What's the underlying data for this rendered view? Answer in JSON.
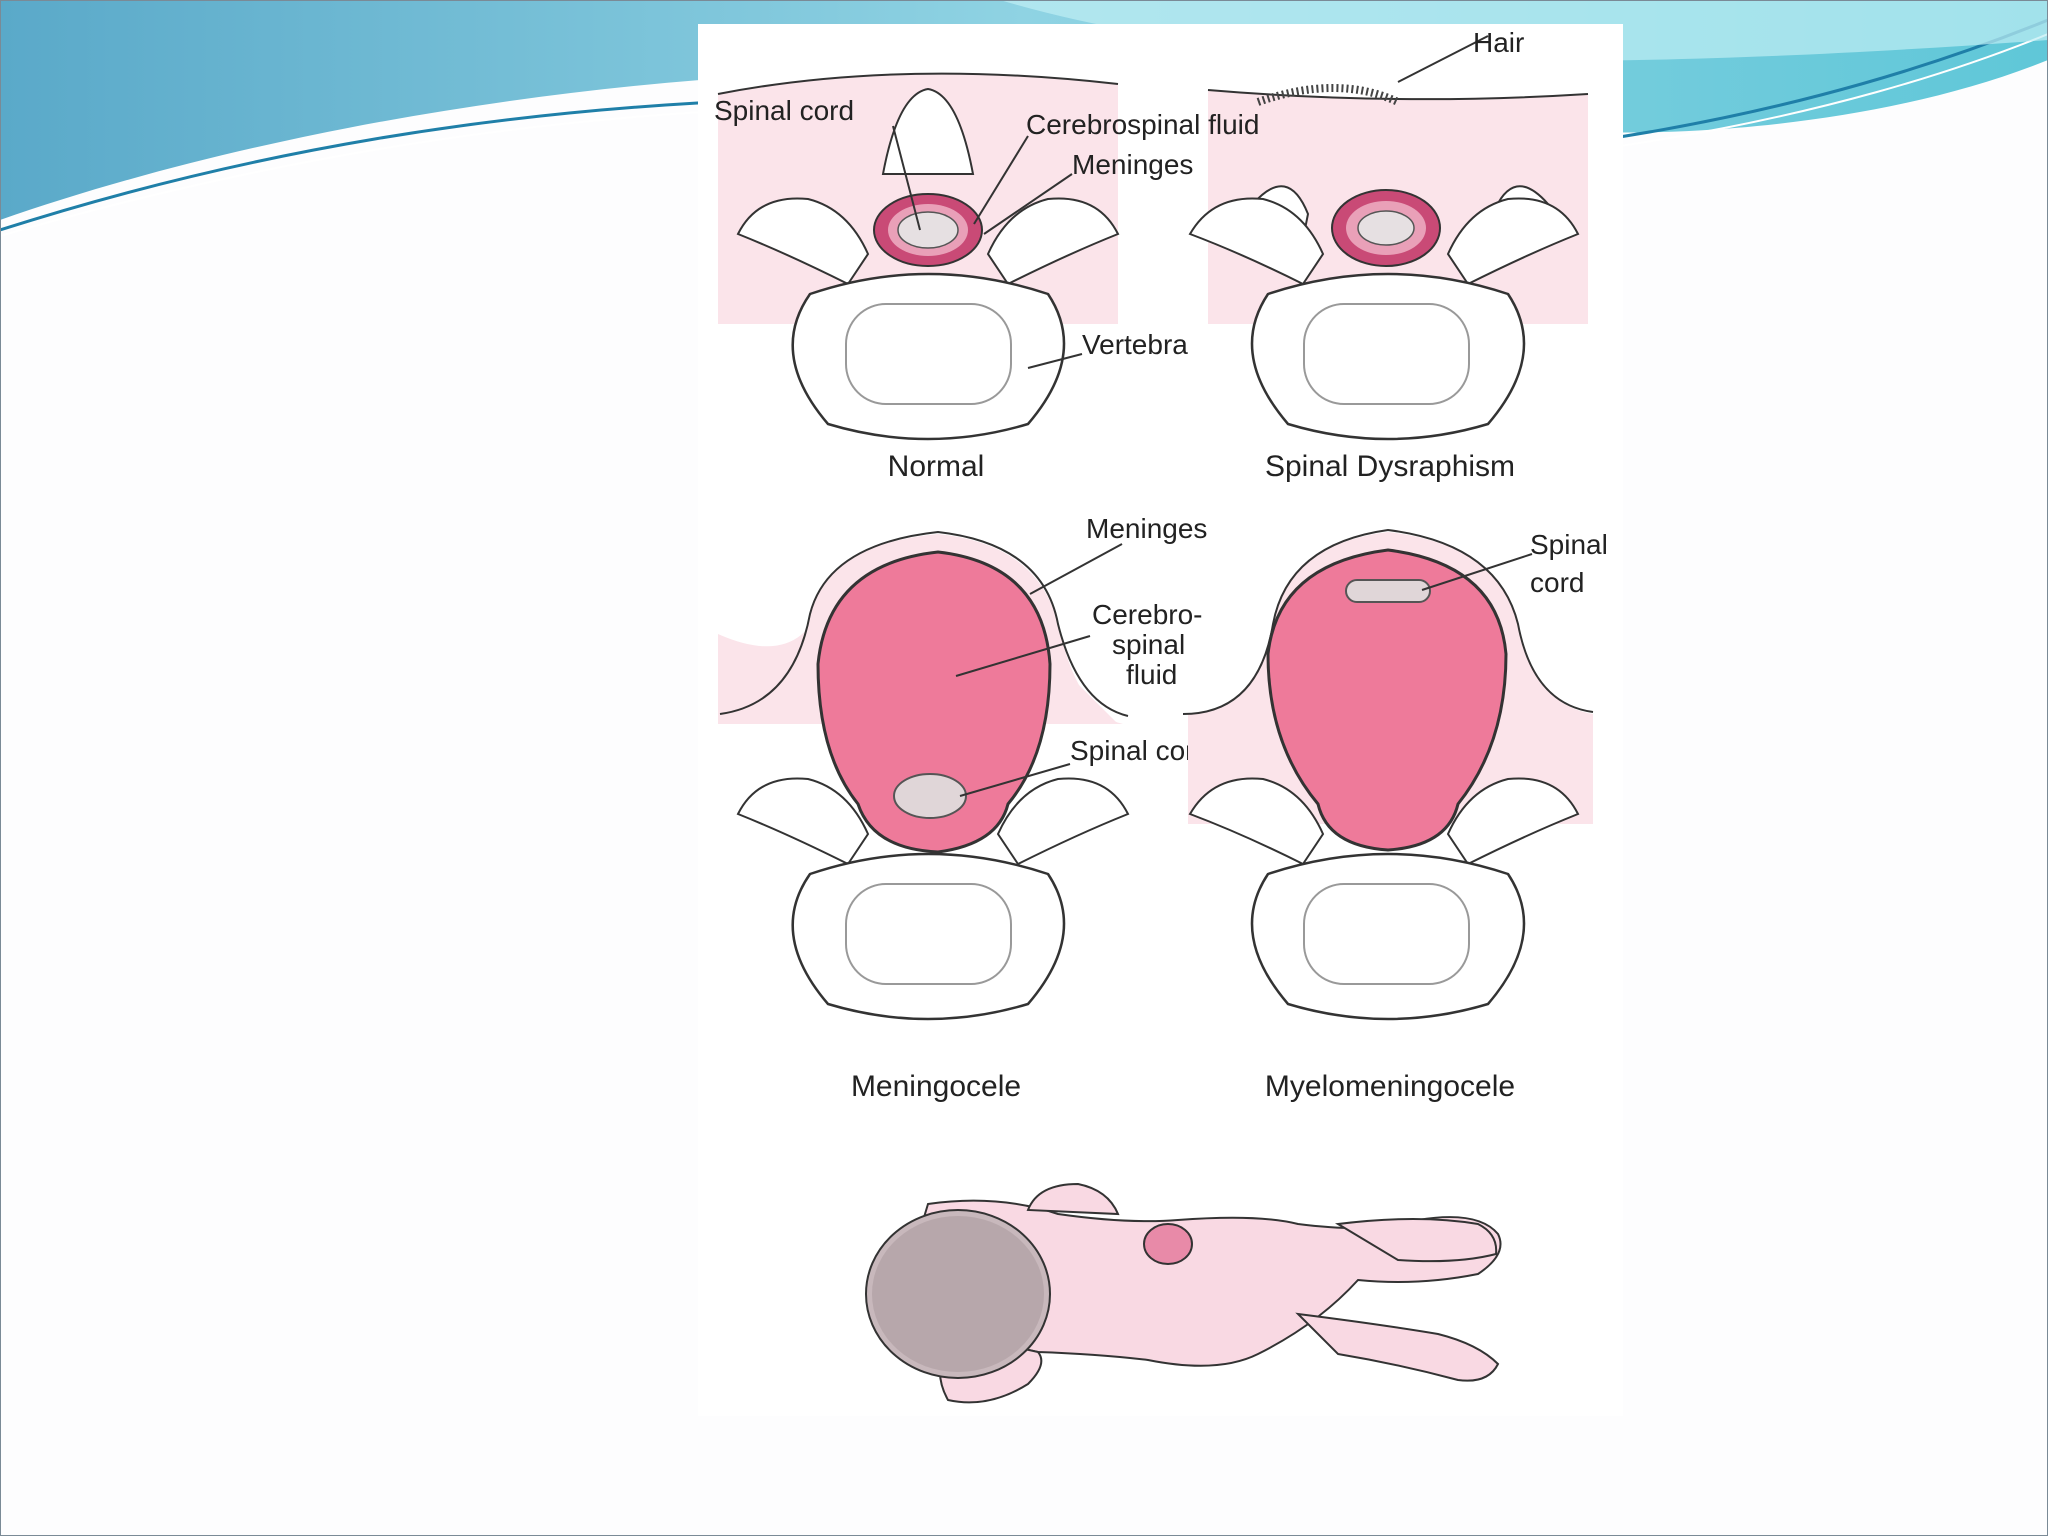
{
  "colors": {
    "wave_dark": "#5fb3cf",
    "wave_light": "#a8e6ee",
    "fluid_pink": "#ee7a9a",
    "skin_pink": "#fbe4ea",
    "bone": "#ffffff",
    "cord_gray": "#d9d2d4",
    "baby_skin": "#f9d9e3"
  },
  "labels": {
    "hair": "Hair",
    "spinal_cord_top": "Spinal cord",
    "csf_top": "Cerebrospinal fluid",
    "meninges_top": "Meninges",
    "vertebra": "Vertebra",
    "meninges_mid": "Meninges",
    "csf_mid_1": "Cerebro-",
    "csf_mid_2": "spinal",
    "csf_mid_3": "fluid",
    "spinal_cord_mid": "Spinal cord",
    "spinal_cord_right_1": "Spinal",
    "spinal_cord_right_2": "cord"
  },
  "captions": {
    "normal": "Normal",
    "dysraphism": "Spinal Dysraphism",
    "meningocele": "Meningocele",
    "myelomeningocele": "Myelomeningocele"
  }
}
